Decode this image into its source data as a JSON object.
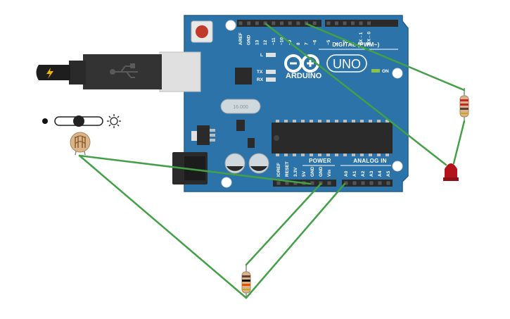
{
  "board": {
    "name": "ARDUINO",
    "model": "UNO",
    "on_label": "ON",
    "led_l": "L",
    "led_tx": "TX",
    "led_rx": "RX",
    "digital_header": "DIGITAL (PWM~)",
    "power_header": "POWER",
    "analog_header": "ANALOG IN",
    "crystal_text": "16.000",
    "digital_pins": [
      "AREF",
      "GND",
      "13",
      "12",
      "~11",
      "~10",
      "~9",
      "8",
      "7",
      "~6",
      "~5",
      "4",
      "~3",
      "2",
      "TX→1",
      "RX←0"
    ],
    "power_pins": [
      "IOREF",
      "RESET",
      "3.3V",
      "5V",
      "GND",
      "GND",
      "Vin"
    ],
    "analog_pins": [
      "A0",
      "A1",
      "A2",
      "A3",
      "A4",
      "A5"
    ]
  },
  "components": {
    "usb_icon": "usb-icon",
    "light_slider": {
      "icon_dark": "dot-icon",
      "icon_bright": "sun-icon",
      "value": 0.5
    },
    "photoresistor": "photoresistor",
    "resistor_led": "resistor",
    "resistor_sensor": "resistor",
    "led_color": "#b3141b"
  },
  "colors": {
    "board": "#2b73a8",
    "board_edge": "#1f5f8f",
    "wire": "#43a047",
    "header": "#2a2a2a"
  }
}
